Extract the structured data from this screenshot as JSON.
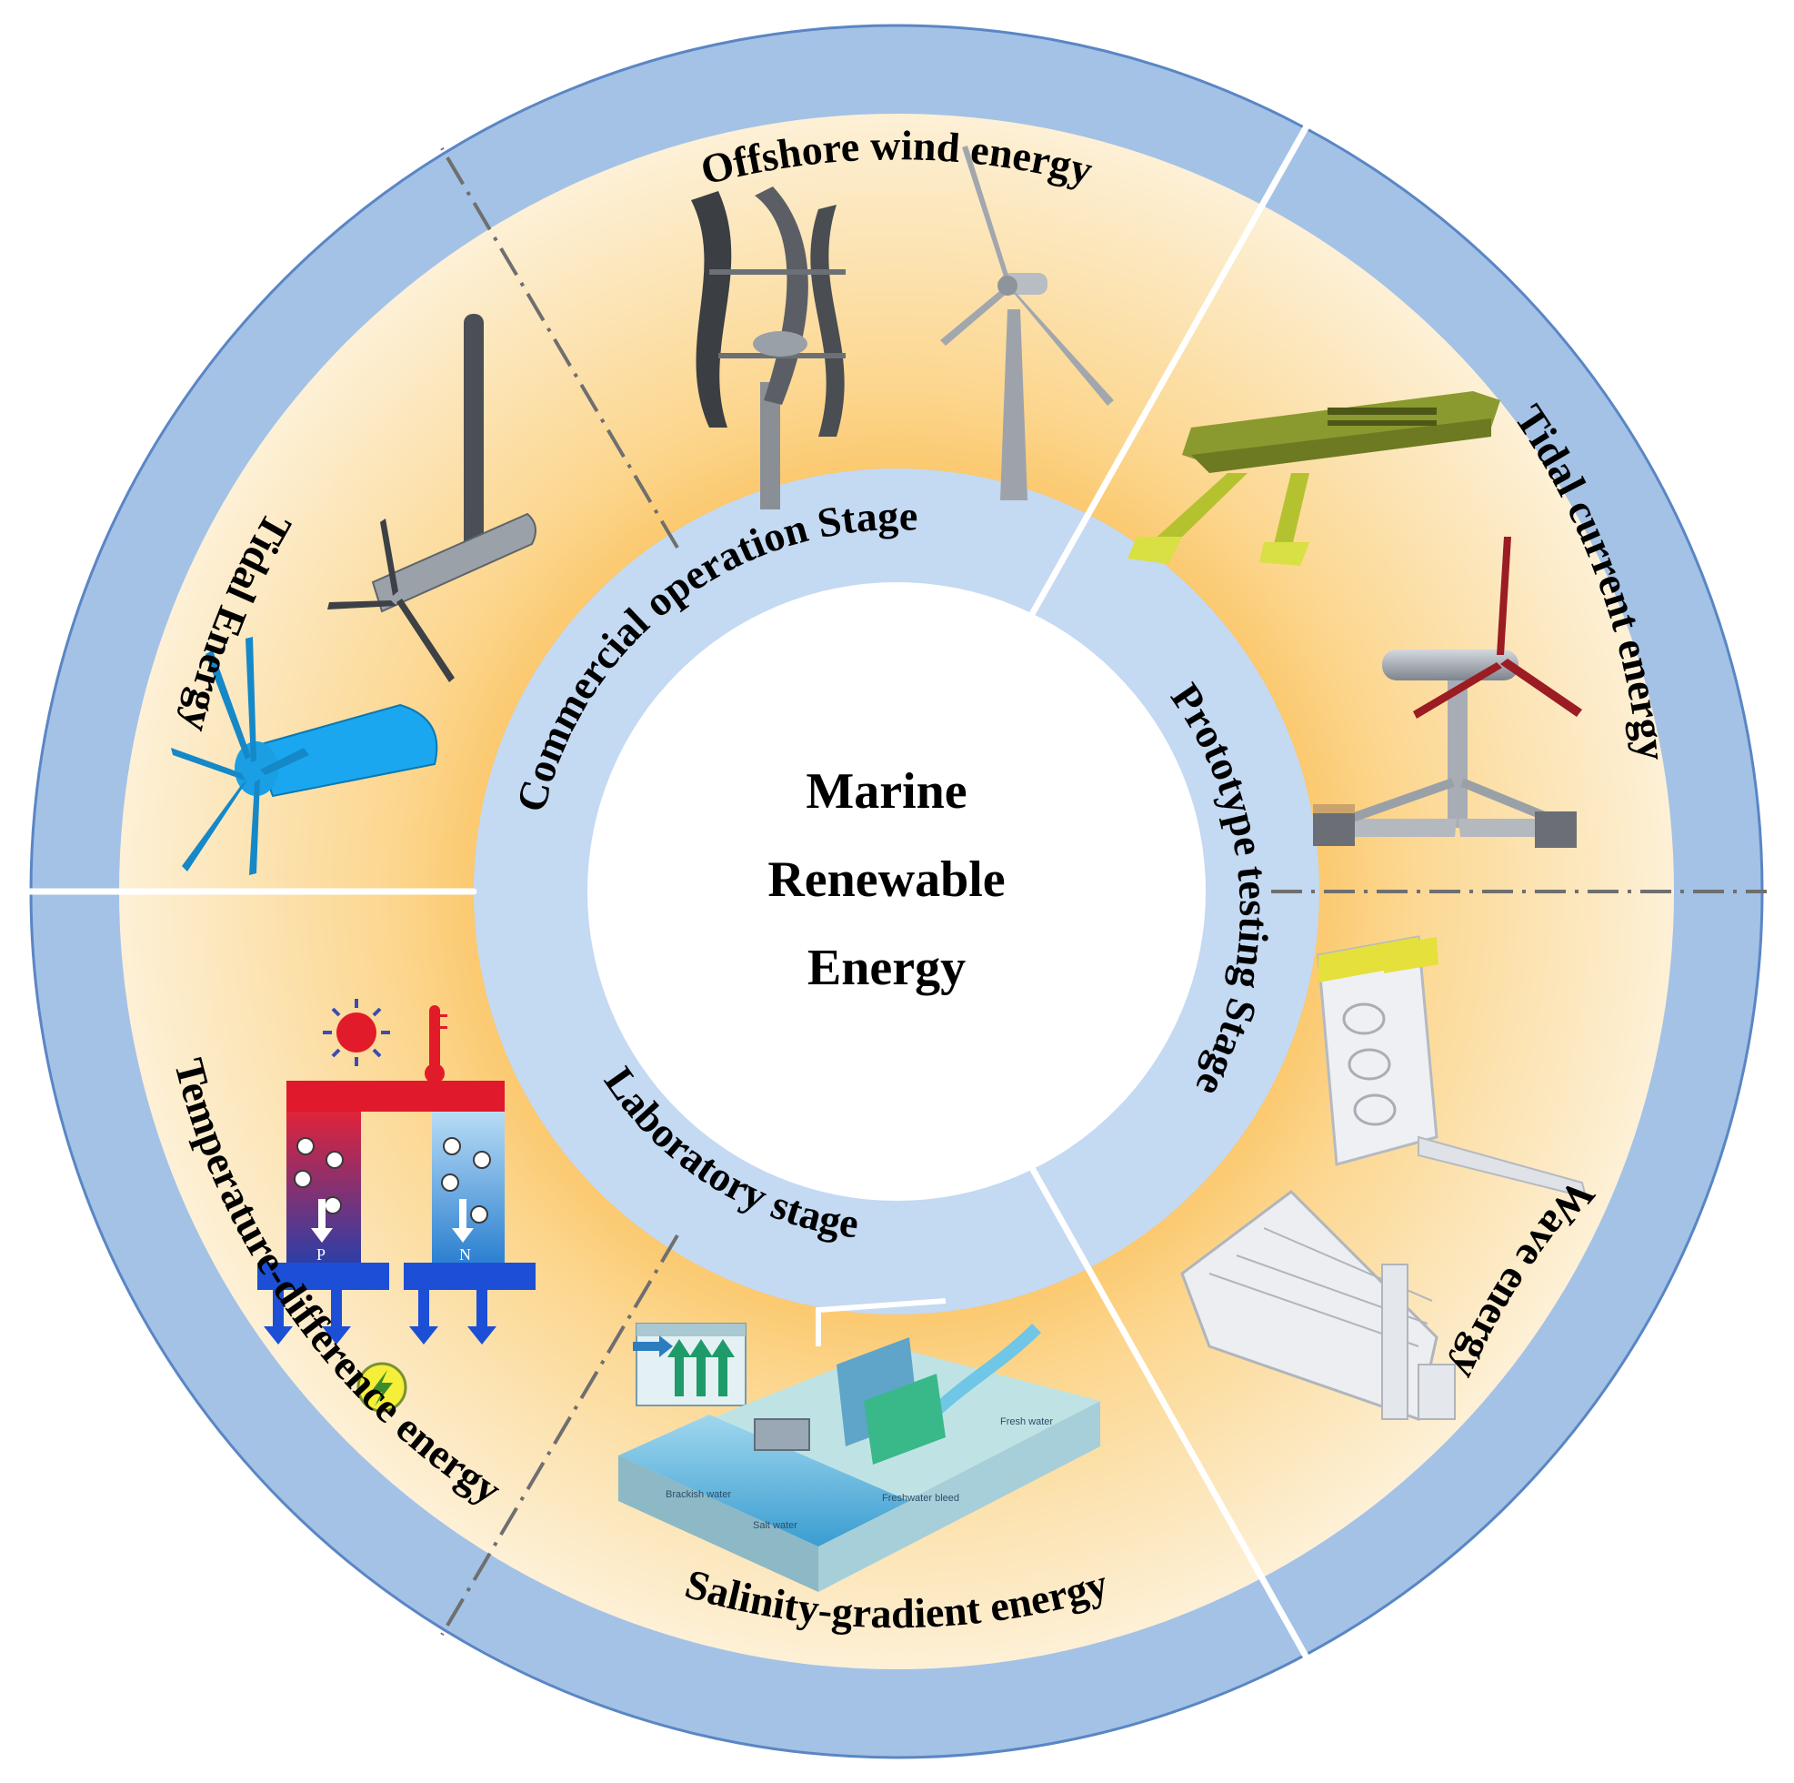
{
  "center": {
    "lines": [
      "Marine",
      "Renewable",
      "Energy"
    ]
  },
  "sectors": [
    {
      "key": "offshore",
      "label": "Offshore wind energy"
    },
    {
      "key": "tidal-current",
      "label": "Tidal current energy"
    },
    {
      "key": "wave",
      "label": "Wave energy"
    },
    {
      "key": "salinity",
      "label": "Salinity-gradient energy"
    },
    {
      "key": "temperature",
      "label": "Temperature-difference energy"
    },
    {
      "key": "tidal",
      "label": "Tidal Energy"
    }
  ],
  "stages": [
    {
      "key": "commercial",
      "label": "Commercial operation Stage"
    },
    {
      "key": "prototype",
      "label": "Prototype testing Stage"
    },
    {
      "key": "laboratory",
      "label": "Laboratory stage"
    }
  ],
  "thermo": {
    "p_label": "P",
    "n_label": "N"
  },
  "salinity_labels": {
    "brackish": "Brackish water",
    "salt": "Salt water",
    "fresh": "Fresh water",
    "bleed": "Freshwater bleed"
  },
  "colors": {
    "outer_ring": "#a3c2e6",
    "stage_ring": "#c4d9f2",
    "sector_glow": "#fbc56a",
    "sector_light": "#fdf3dc"
  }
}
